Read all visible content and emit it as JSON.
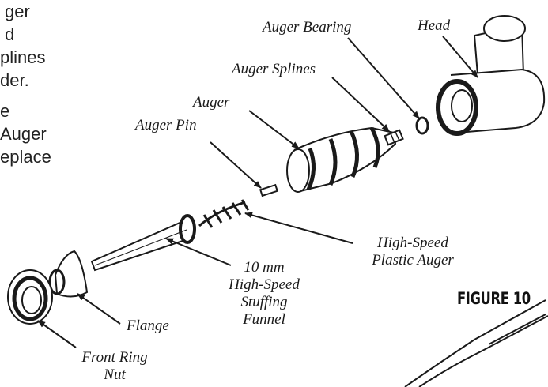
{
  "page_text_lines": [
    "ger",
    "d",
    "plines",
    "der.",
    "",
    "e",
    "Auger",
    "eplace"
  ],
  "figure_title": "FIGURE 10",
  "labels": {
    "auger_bearing": "Auger Bearing",
    "head": "Head",
    "auger_splines": "Auger Splines",
    "auger": "Auger",
    "auger_pin": "Auger Pin",
    "high_speed_plastic_auger": [
      "High-Speed",
      "Plastic Auger"
    ],
    "stuffing_funnel": [
      "10 mm",
      "High-Speed",
      "Stuffing",
      "Funnel"
    ],
    "flange": "Flange",
    "front_ring_nut": [
      "Front Ring",
      "Nut"
    ]
  },
  "colors": {
    "ink": "#1a1a1a",
    "background": "#ffffff"
  }
}
